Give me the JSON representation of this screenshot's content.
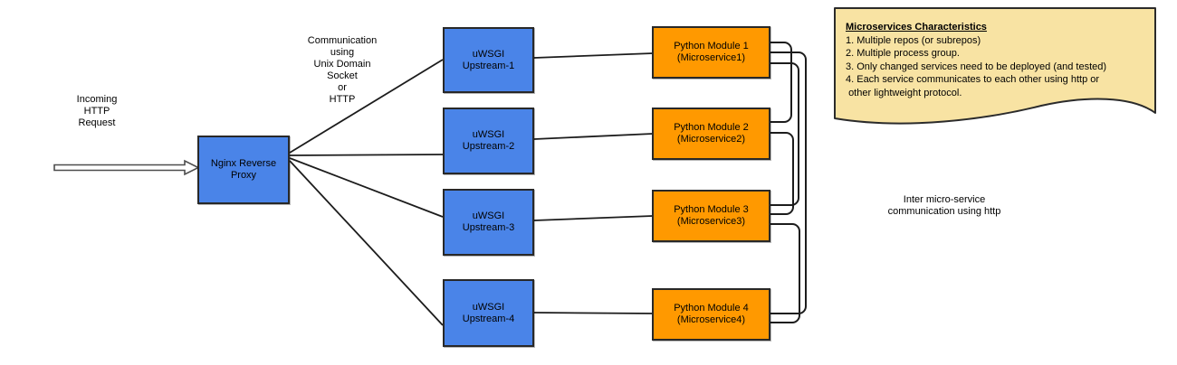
{
  "diagram": {
    "incoming_label": {
      "lines": [
        "Incoming",
        "HTTP",
        "Request"
      ]
    },
    "communication_label": {
      "lines": [
        "Communication",
        "using",
        "Unix Domain",
        "Socket",
        "or",
        "HTTP"
      ]
    },
    "inter_service_label": {
      "lines": [
        "Inter micro-service",
        "communication using http"
      ]
    },
    "nodes": {
      "nginx": {
        "line1": "Nginx Reverse",
        "line2": "Proxy"
      },
      "upstreams": [
        {
          "line1": "uWSGI",
          "line2": "Upstream-1"
        },
        {
          "line1": "uWSGI",
          "line2": "Upstream-2"
        },
        {
          "line1": "uWSGI",
          "line2": "Upstream-3"
        },
        {
          "line1": "uWSGI",
          "line2": "Upstream-4"
        }
      ],
      "modules": [
        {
          "line1": "Python Module 1",
          "line2": "(Microservice1)"
        },
        {
          "line1": "Python Module 2",
          "line2": "(Microservice2)"
        },
        {
          "line1": "Python Module 3",
          "line2": "(Microservice3)"
        },
        {
          "line1": "Python Module 4",
          "line2": "(Microservice4)"
        }
      ]
    },
    "note": {
      "title": "Microservices Characteristics",
      "items": [
        "1. Multiple repos (or subrepos)",
        "2. Multiple process group.",
        "3. Only changed services need to be deployed (and tested)",
        "4. Each service communicates to each other using http or",
        " other lightweight protocol."
      ]
    },
    "colors": {
      "node_blue": "#4a84e8",
      "node_orange": "#ff9900",
      "note_background": "#f8e3a3",
      "line": "#1c1c1c"
    }
  }
}
